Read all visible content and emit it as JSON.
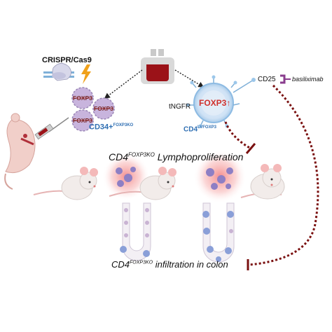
{
  "labels": {
    "crispr": "CRISPR/Cas9",
    "foxp3_cell_1": "FOXP3",
    "foxp3_cell_2": "FOXP3",
    "foxp3_cell_3": "FOXP3",
    "cd34": "CD34+",
    "cd34_sup": "FOXP3KO",
    "tngfr": "tNGFR",
    "foxp3_up": "FOXP3↑",
    "cd25": "CD25",
    "basiliximab": "basiliximab",
    "cd4_lv": "CD4",
    "cd4_lv_sup": "LVFOXP3",
    "lympho_prefix": "CD4",
    "lympho_sup": "FOXP3KO",
    "lympho_text": " Lymphoproliferation",
    "infil_prefix": "CD4",
    "infil_sup": "FOXP3KO",
    "infil_text": " infiltration in colon"
  },
  "colors": {
    "arrow_dark": "#222222",
    "inhibit_red": "#7a1010",
    "blood_red": "#9b1218",
    "foxp3_red": "#d0312d",
    "label_blue": "#2f6fb3",
    "glow_pink": "#f08a8a",
    "mouse_fur": "#f2ecea",
    "mouse_pink": "#f4b9b9",
    "villus_fill": "#f3eff4",
    "villus_cell": "#c9b3d3",
    "immune_cell": "#8a9fd8"
  }
}
